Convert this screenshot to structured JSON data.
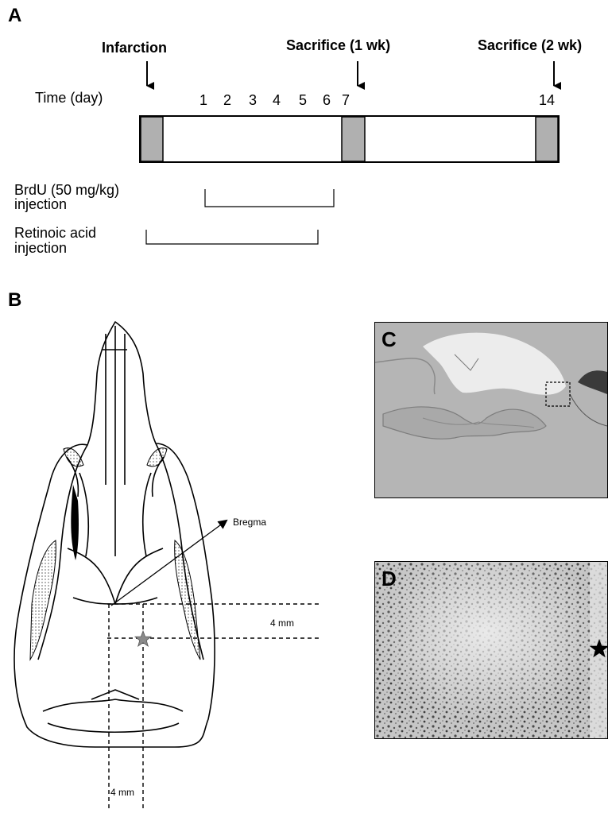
{
  "panel_a": {
    "letter": "A",
    "events": {
      "infarction": "Infarction",
      "sacrifice_1": "Sacrifice (1 wk)",
      "sacrifice_2": "Sacrifice (2 wk)"
    },
    "time_label": "Time (day)",
    "days": [
      "1",
      "2",
      "3",
      "4",
      "5",
      "6",
      "7",
      "14"
    ],
    "brdu_line1": "BrdU (50 mg/kg)",
    "brdu_line2": "injection",
    "ra_line1": "Retinoic acid",
    "ra_line2": "injection"
  },
  "panel_b": {
    "letter": "B",
    "bregma": "Bregma",
    "dim_vertical": "4 mm",
    "dim_horizontal": "4 mm"
  },
  "panel_c": {
    "letter": "C"
  },
  "panel_d": {
    "letter": "D"
  },
  "colors": {
    "block": "#b0b0b0",
    "micro_c": "#b9b9b9",
    "micro_d": "#c8c8c8"
  }
}
